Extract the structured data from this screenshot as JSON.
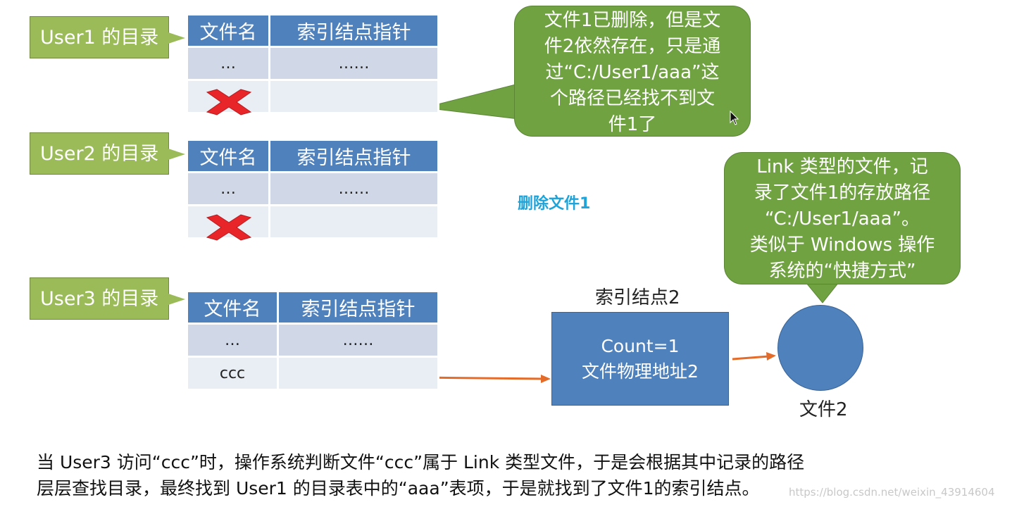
{
  "users": [
    {
      "label": "User1 的目录"
    },
    {
      "label": "User2 的目录"
    },
    {
      "label": "User3 的目录"
    }
  ],
  "table_headers": {
    "name": "文件名",
    "pointer": "索引结点指针"
  },
  "tables": [
    {
      "rows": [
        [
          "…",
          "……"
        ],
        [
          "",
          ""
        ]
      ]
    },
    {
      "rows": [
        [
          "…",
          "……"
        ],
        [
          "",
          ""
        ]
      ]
    },
    {
      "rows": [
        [
          "…",
          "……"
        ],
        [
          "ccc",
          ""
        ]
      ]
    }
  ],
  "bubble1": {
    "lines": [
      "文件1已删除，但是文",
      "件2依然存在，只是通",
      "过“C:/User1/aaa”这",
      "个路径已经找不到文",
      "件1了"
    ]
  },
  "bubble2": {
    "lines": [
      "Link 类型的文件，记",
      "录了文件1的存放路径",
      "“C:/User1/aaa”。",
      "类似于 Windows 操作",
      "系统的“快捷方式”"
    ]
  },
  "delete_label": "删除文件1",
  "inode": {
    "title": "索引结点2",
    "line1": "Count=1",
    "line2": "文件物理地址2"
  },
  "file2_label": "文件2",
  "bottom_text": {
    "line1": "当 User3 访问“ccc”时，操作系统判断文件“ccc”属于 Link 类型文件，于是会根据其中记录的路径",
    "line2": "层层查找目录，最终找到 User1 的目录表中的“aaa”表项，于是就找到了文件1的索引结点。"
  },
  "watermark": "https://blog.csdn.net/weixin_43914604",
  "colors": {
    "label_green": "#9bbb59",
    "bubble_green": "#70a242",
    "table_header_blue": "#4f81bd",
    "cross_red": "#e8262a",
    "arrow_orange": "#e46c2a",
    "delete_blue": "#1fa3d8"
  }
}
